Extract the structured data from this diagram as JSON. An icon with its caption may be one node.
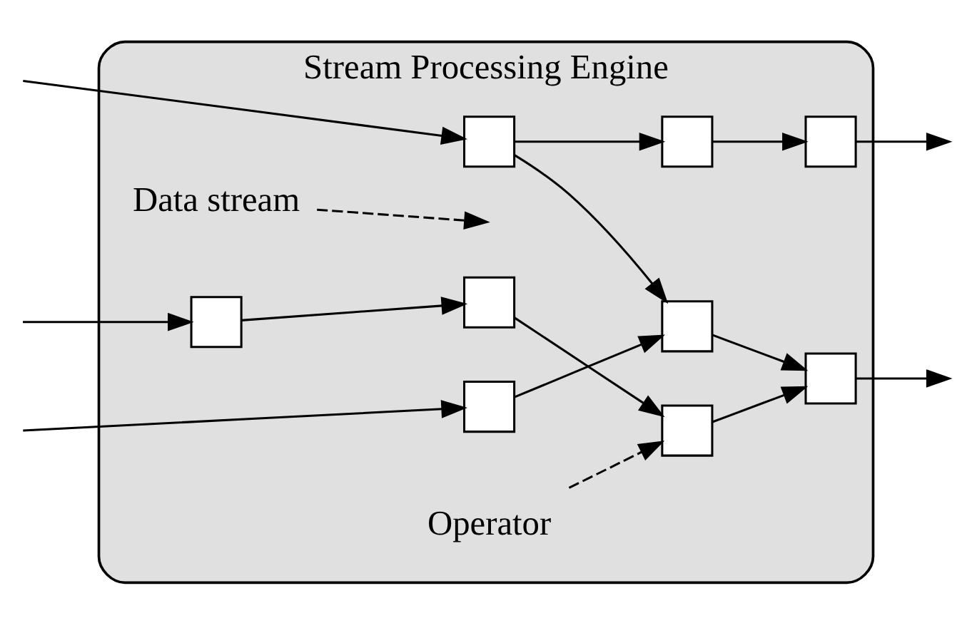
{
  "diagram": {
    "nodes": [
      {
        "text": [
          "Stream Processing Engine"
        ]
      },
      {
        "text": [],
        "shape": "box",
        "in": 0
      },
      {
        "text": [],
        "shape": "box",
        "in": 0
      },
      {
        "text": [],
        "shape": "box",
        "in": 0
      },
      {
        "text": [],
        "shape": "box",
        "in": 0
      },
      {
        "text": [],
        "shape": "box",
        "in": 0
      },
      {
        "text": [],
        "shape": "box",
        "in": 0
      },
      {
        "text": [],
        "shape": "box",
        "in": 0
      },
      {
        "text": [],
        "shape": "box",
        "in": 0
      },
      {
        "text": [],
        "shape": "box",
        "in": 0
      },
      {
        "text": [
          "Data stream"
        ],
        "in": 0
      },
      {
        "text": [
          "Operator"
        ],
        "in": 0
      }
    ],
    "edges": [
      {
        "from": null,
        "to": 1,
        "arrow": "to"
      },
      {
        "from": null,
        "to": 2,
        "arrow": "to"
      },
      {
        "from": null,
        "to": 3,
        "arrow": "to"
      },
      {
        "from": 1,
        "to": 4,
        "arrow": "to"
      },
      {
        "from": 1,
        "to": 5,
        "arrow": "to"
      },
      {
        "from": 2,
        "to": 5,
        "arrow": "to"
      },
      {
        "from": 4,
        "to": 7,
        "arrow": "to"
      },
      {
        "from": 7,
        "to": null,
        "arrow": "to"
      },
      {
        "from": 5,
        "to": 9,
        "arrow": "to"
      },
      {
        "from": 3,
        "to": 6,
        "arrow": "to"
      },
      {
        "from": 6,
        "to": 8,
        "arrow": "to"
      },
      {
        "from": 8,
        "to": 9,
        "arrow": "to"
      },
      {
        "from": 9,
        "to": null,
        "arrow": "to"
      },
      {
        "from": 10,
        "to": null,
        "arrow": "to",
        "style": "dashed"
      },
      {
        "from": 11,
        "to": 8,
        "arrow": "to",
        "style": "dashed"
      }
    ]
  }
}
